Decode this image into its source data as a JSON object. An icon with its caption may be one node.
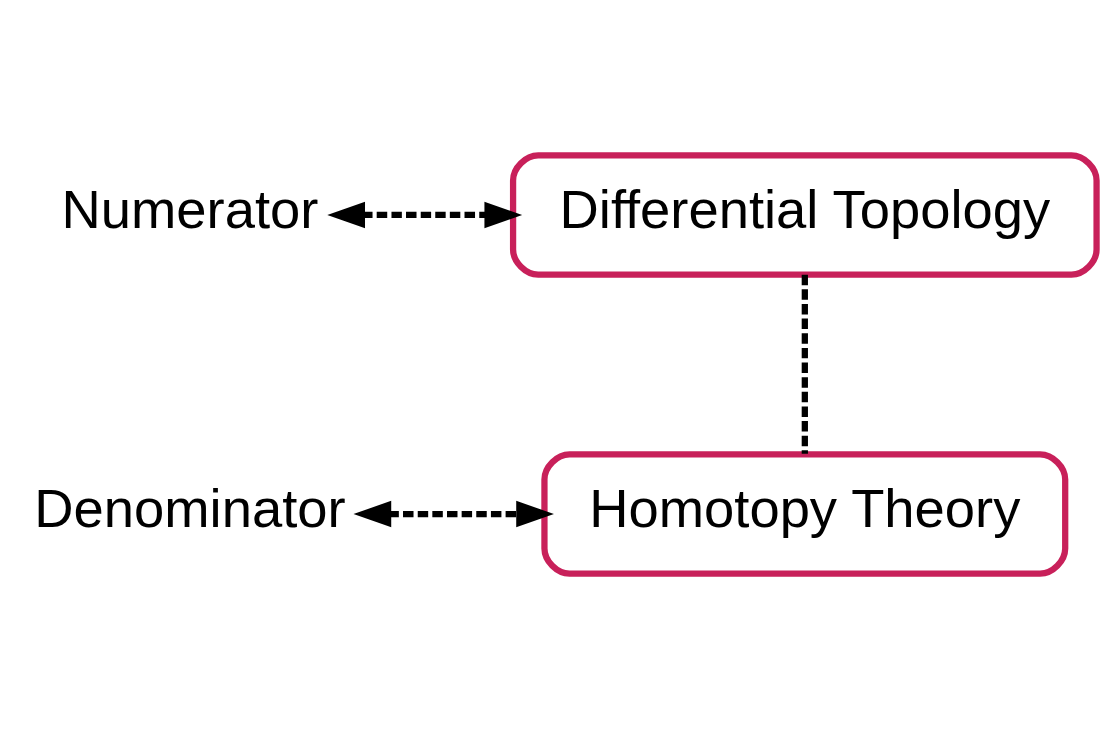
{
  "diagram": {
    "nodes": [
      {
        "text": [
          "Numerator"
        ]
      },
      {
        "text": [
          "Differential Topology"
        ]
      },
      {
        "text": [
          "Denominator"
        ]
      },
      {
        "text": [
          "Homotopy Theory"
        ]
      }
    ],
    "edges": [
      {
        "from": 0,
        "to": 1,
        "arrow": "both",
        "style": "dashed"
      },
      {
        "from": 1,
        "to": 3,
        "arrow": "none",
        "style": "dashed"
      },
      {
        "from": 2,
        "to": 3,
        "arrow": "both",
        "style": "dashed"
      }
    ]
  }
}
